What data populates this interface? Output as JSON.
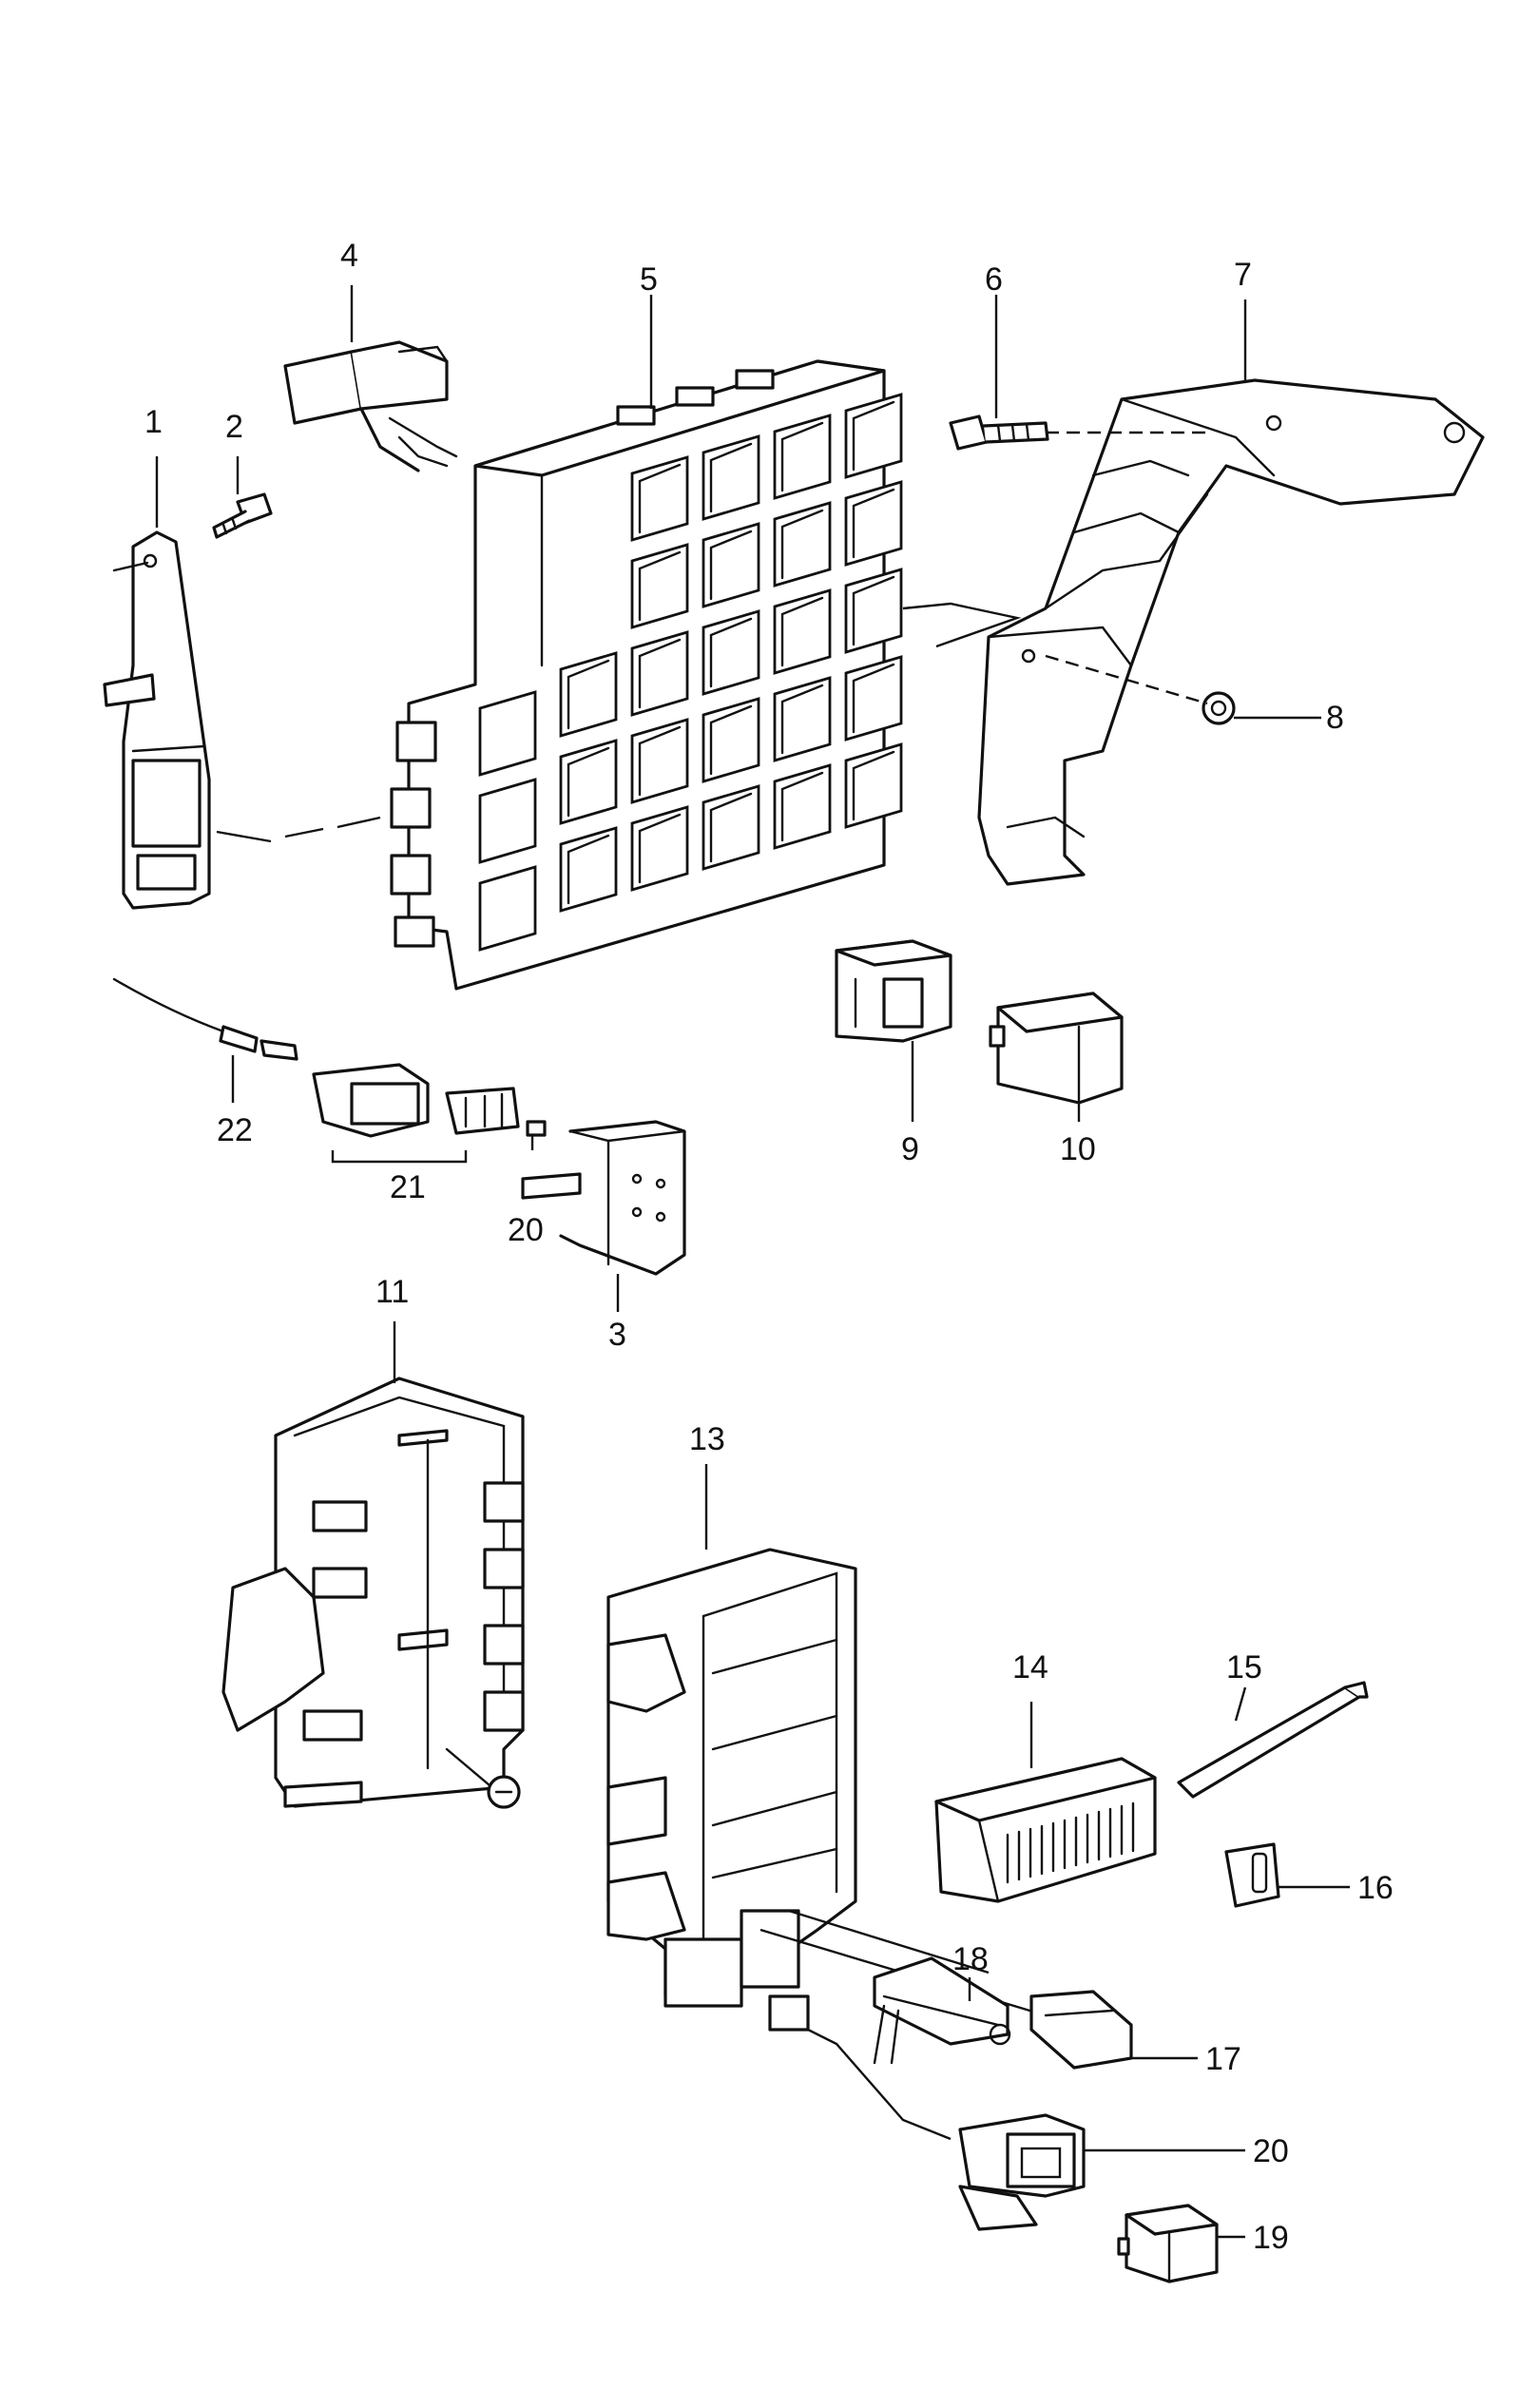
{
  "callouts": [
    "1",
    "2",
    "3",
    "4",
    "5",
    "6",
    "7",
    "8",
    "9",
    "10",
    "11",
    "13",
    "14",
    "15",
    "16",
    "17",
    "18",
    "19",
    "20",
    "20",
    "21",
    "22"
  ],
  "parts": {
    "p1": "bracket",
    "p2": "bolt",
    "p3": "relay-holder",
    "p4": "clip",
    "p5": "relay-carrier",
    "p6": "bolt",
    "p7": "support-bracket",
    "p8": "nut",
    "p9": "relay-socket",
    "p10": "relay",
    "p11": "holder-frame",
    "p13": "fuse-box-frame",
    "p14": "fuse-carrier",
    "p15": "strip",
    "p16": "fuse",
    "p17": "connector",
    "p18": "connector-housing",
    "p19": "relay",
    "p20": "relay-socket",
    "p21": "plug-housing",
    "p22": "wire-lead"
  }
}
